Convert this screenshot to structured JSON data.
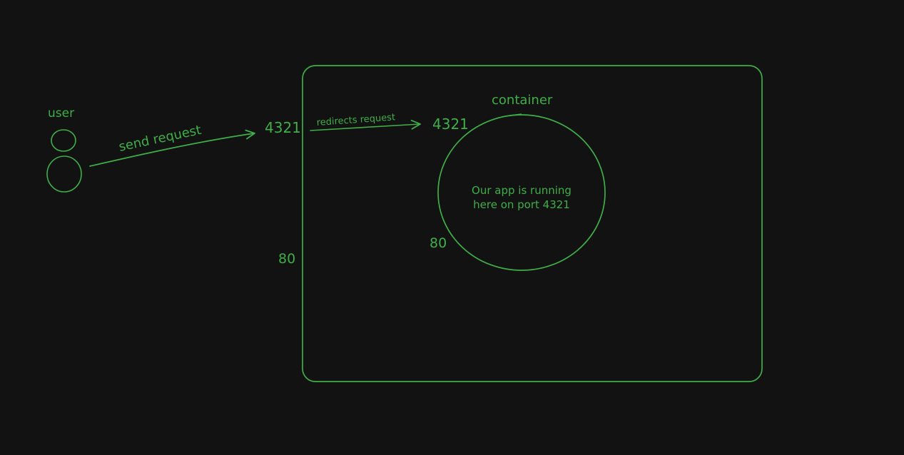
{
  "colors": {
    "background": "#121212",
    "stroke": "#3fae48"
  },
  "user": {
    "label": "user",
    "icon": "user-icon"
  },
  "arrows": {
    "send_request": "send request",
    "redirects_request": "redirects request"
  },
  "container": {
    "label": "container",
    "host_port_top": "4321",
    "host_port_bottom": "80"
  },
  "app": {
    "port_top": "4321",
    "port_bottom": "80",
    "description_line1": "Our app is running",
    "description_line2": "here on port 4321"
  }
}
